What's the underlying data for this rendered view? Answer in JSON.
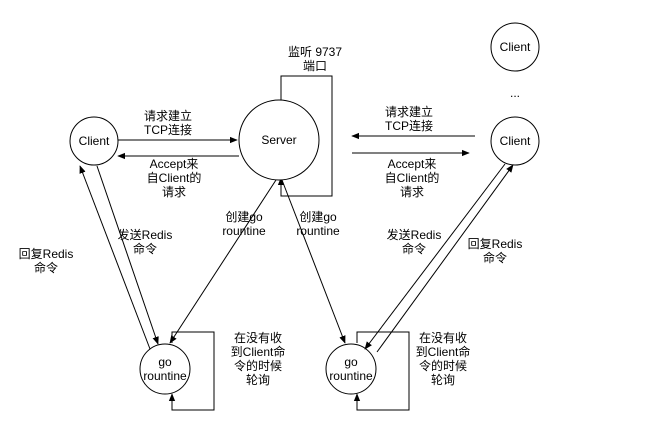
{
  "nodes": {
    "server": "Server",
    "client_left": "Client",
    "client_right": "Client",
    "client_top_right": "Client",
    "ellipsis": "...",
    "go_left": "go\nrountine",
    "go_right": "go\nrountine"
  },
  "labels": {
    "listen_port": "监听 9737\n端口",
    "request_tcp_left": "请求建立\nTCP连接",
    "request_tcp_right": "请求建立\nTCP连接",
    "accept_left": "Accept来\n自Client的\n请求",
    "accept_right": "Accept来\n自Client的\n请求",
    "create_go_left": "创建go\nrountine",
    "create_go_right": "创建go\nrountine",
    "send_redis_left": "发送Redis\n命令",
    "send_redis_right": "发送Redis\n命令",
    "reply_redis_left": "回复Redis\n命令",
    "reply_redis_right": "回复Redis\n命令",
    "poll_left": "在没有收\n到Client命\n令的时候\n轮询",
    "poll_right": "在没有收\n到Client命\n令的时候\n轮询"
  },
  "colors": {
    "stroke": "#000000",
    "fill": "#ffffff",
    "text": "#000000"
  }
}
